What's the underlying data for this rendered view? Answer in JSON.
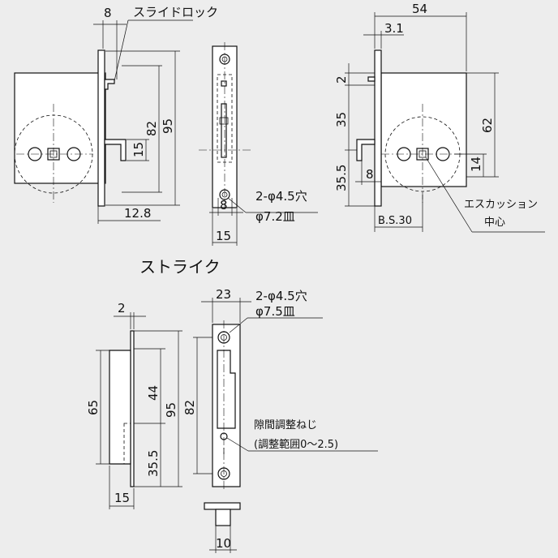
{
  "labels": {
    "slide_lock": "スライドロック",
    "strike_title": "ストライク",
    "hole_spec_body": "2-φ4.5穴",
    "countersink_body": "φ7.2皿",
    "hole_spec_strike": "2-φ4.5穴",
    "countersink_strike": "φ7.5皿",
    "escutcheon_center_1": "エスカッション",
    "escutcheon_center_2": "中心",
    "gap_screw_1": "隙間調整ねじ",
    "gap_screw_2": "(調整範囲0〜2.5)",
    "backset": "B.S.30"
  },
  "dimensions": {
    "d8_top": "8",
    "d82_left": "82",
    "d95_left": "95",
    "d15_left": "15",
    "d12_8": "12.8",
    "d8_front": "8",
    "d15_front": "15",
    "d54": "54",
    "d3_1": "3.1",
    "d2_right": "2",
    "d35": "35",
    "d62": "62",
    "d35_5_right": "35.5",
    "d8_right": "8",
    "d14": "14",
    "d2_strike": "2",
    "d65": "65",
    "d44": "44",
    "d95_strike": "95",
    "d82_strike": "82",
    "d35_5_strike": "35.5",
    "d15_strike": "15",
    "d23": "23",
    "d10": "10"
  }
}
